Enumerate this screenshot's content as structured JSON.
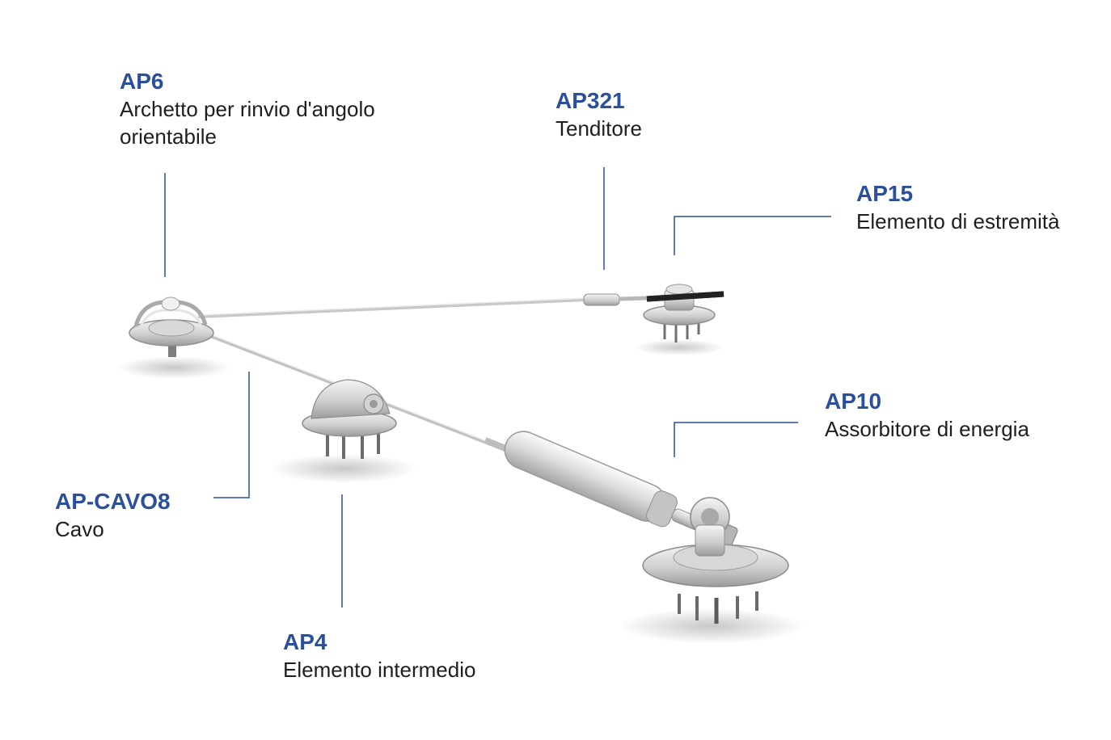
{
  "accent_color": "#2a4f9c",
  "components": {
    "ap6": {
      "code": "AP6",
      "description": "Archetto per rinvio d'angolo\norientabile"
    },
    "ap321": {
      "code": "AP321",
      "description": "Tenditore"
    },
    "ap15": {
      "code": "AP15",
      "description": "Elemento di estremità"
    },
    "ap10": {
      "code": "AP10",
      "description": "Assorbitore di energia"
    },
    "cavo8": {
      "code": "AP-CAVO8",
      "description": "Cavo"
    },
    "ap4": {
      "code": "AP4",
      "description": "Elemento intermedio"
    }
  },
  "icons": [
    "corner-bracket-icon",
    "tensioner-icon",
    "end-anchor-icon",
    "intermediate-anchor-icon",
    "energy-absorber-icon",
    "cable-icon"
  ]
}
